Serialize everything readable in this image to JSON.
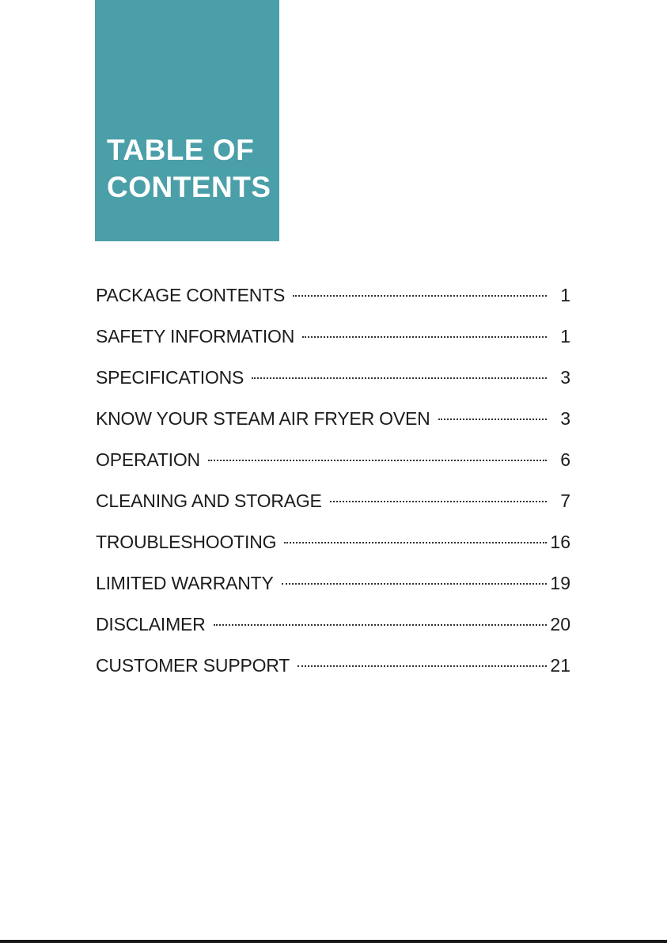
{
  "title": {
    "line1": "TABLE OF",
    "line2": "CONTENTS"
  },
  "colors": {
    "title_block": "#4a9fa8",
    "text": "#1c1c1c"
  },
  "toc": {
    "items": [
      {
        "label": "PACKAGE CONTENTS",
        "page": "1"
      },
      {
        "label": "SAFETY INFORMATION",
        "page": "1"
      },
      {
        "label": "SPECIFICATIONS",
        "page": "3"
      },
      {
        "label": "KNOW YOUR STEAM AIR FRYER OVEN",
        "page": "3"
      },
      {
        "label": "OPERATION",
        "page": "6"
      },
      {
        "label": "CLEANING AND STORAGE",
        "page": "7"
      },
      {
        "label": "TROUBLESHOOTING",
        "page": "16"
      },
      {
        "label": "LIMITED WARRANTY",
        "page": "19"
      },
      {
        "label": "DISCLAIMER",
        "page": "20"
      },
      {
        "label": "CUSTOMER SUPPORT",
        "page": "21"
      }
    ]
  }
}
